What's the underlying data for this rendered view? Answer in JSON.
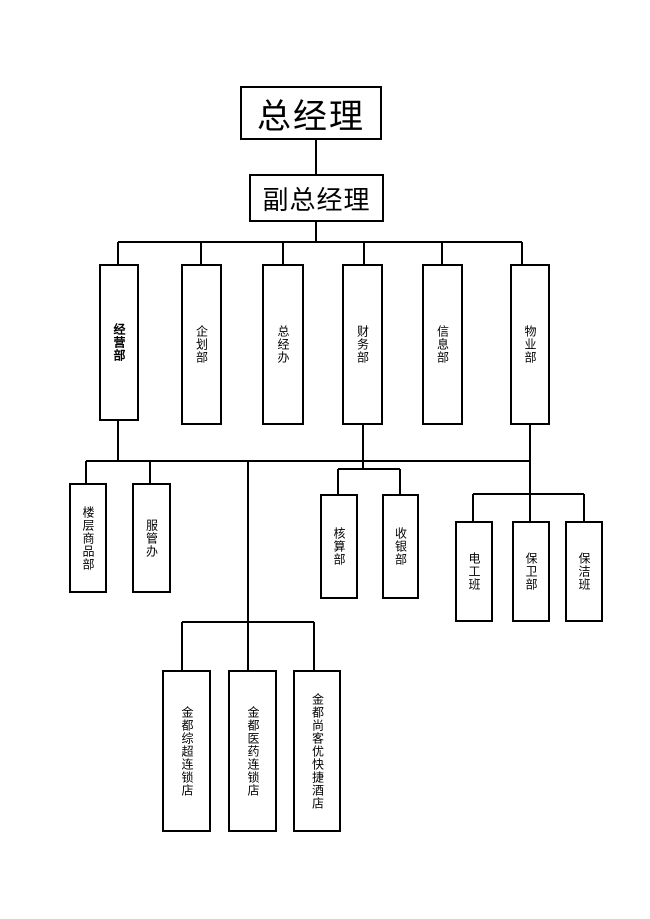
{
  "top": {
    "general_manager": "总经理",
    "deputy_general_manager": "副总经理"
  },
  "departments": [
    {
      "id": "operations",
      "label": "经营部"
    },
    {
      "id": "planning",
      "label": "企划部"
    },
    {
      "id": "general-office",
      "label": "总经办"
    },
    {
      "id": "finance",
      "label": "财务部"
    },
    {
      "id": "information",
      "label": "信息部"
    },
    {
      "id": "property",
      "label": "物业部"
    }
  ],
  "operations_sub": [
    {
      "id": "floor-merchandise",
      "label": "楼层商品部"
    },
    {
      "id": "service-office",
      "label": "服管办"
    }
  ],
  "finance_sub": [
    {
      "id": "accounting",
      "label": "核算部"
    },
    {
      "id": "cashier",
      "label": "收银部"
    }
  ],
  "property_sub": [
    {
      "id": "electrician",
      "label": "电工班"
    },
    {
      "id": "security",
      "label": "保卫部"
    },
    {
      "id": "cleaning",
      "label": "保洁班"
    }
  ],
  "stores": [
    {
      "id": "supermarket-chain",
      "label": "金都综超连锁店"
    },
    {
      "id": "pharmacy-chain",
      "label": "金都医药连锁店"
    },
    {
      "id": "express-hotel",
      "label": "金都尚客优快捷酒店"
    }
  ],
  "colors": {
    "line": "#000000",
    "box_border": "#000000",
    "box_fill": "#ffffff"
  }
}
